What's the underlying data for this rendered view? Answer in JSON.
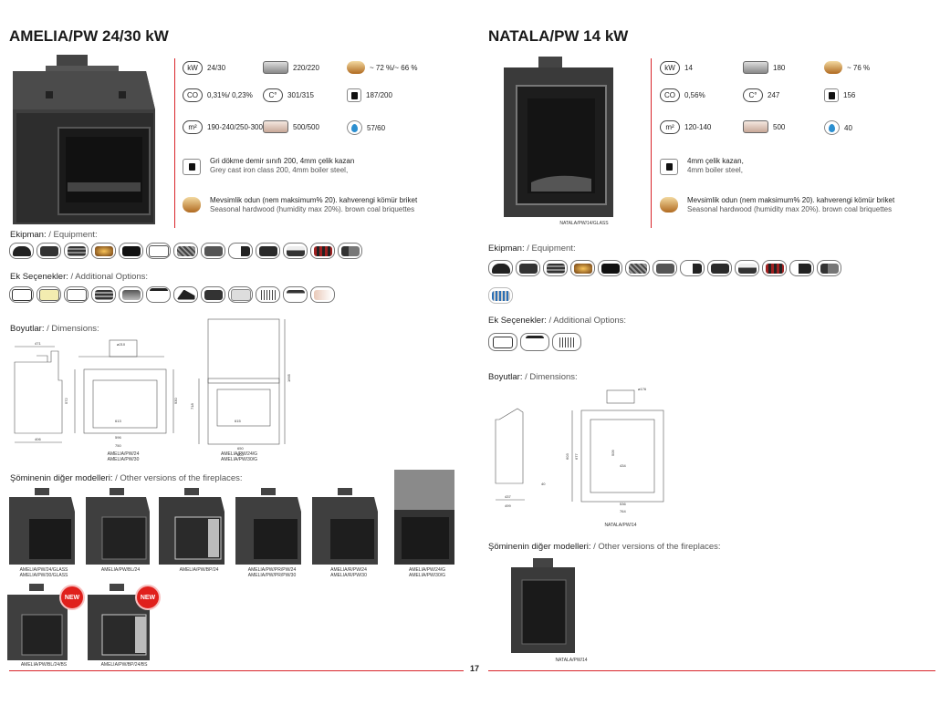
{
  "left": {
    "title": "AMELIA/PW 24/30 kW",
    "specs": [
      {
        "icon": "kw-icon",
        "label": "kW",
        "value": "24/30"
      },
      {
        "icon": "flue-icon",
        "value": "220/220"
      },
      {
        "icon": "efficiency-flame-icon",
        "value": "~ 72 %/~ 66 %"
      },
      {
        "icon": "co-icon",
        "label": "CO",
        "value": "0,31%/ 0,23%"
      },
      {
        "icon": "temperature-icon",
        "label": "C°",
        "value": "301/315"
      },
      {
        "icon": "weight-icon",
        "value": "187/200"
      },
      {
        "icon": "heating-area-icon",
        "label": "m²",
        "value": "190-240/250-300"
      },
      {
        "icon": "glass-size-icon",
        "value": "500/500"
      },
      {
        "icon": "water-drop-icon",
        "value": "57/60"
      }
    ],
    "material_tr": "Gri dökme demir sınıfı 200, 4mm çelik kazan",
    "material_en": "Grey cast iron class 200, 4mm boiler steel,",
    "fuel_tr": "Mevsimlik odun (nem maksimum% 20). kahverengi kömür briket",
    "fuel_en": "Seasonal hardwood (humidity max 20%). brown coal briquettes",
    "equipment_tr": "Ekipman:",
    "equipment_en": "/ Equipment:",
    "options_tr": "Ek Seçenekler:",
    "options_en": "/ Additional Options:",
    "dimensions_tr": "Boyutlar:",
    "dimensions_en": "/ Dimensions:",
    "dim_captions": [
      "AMELIA/PW/24\nAMELIA/PW/30",
      "AMELIA/PW/24/G\nAMELIA/PW/30/G"
    ],
    "others_tr": "Şöminenin diğer modelleri:",
    "others_en": "/ Other versions of the fireplaces:",
    "other_models": [
      "AMELIA/PW/24/GLASS\nAMELIA/PW/30/GLASS",
      "AMELIA/PW/BL/24",
      "AMELIA/PW/BP/24",
      "AMELIA/PW/PR/PW/24\nAMELIA/PW/PR/PW/30",
      "AMELIA/R/PW/24\nAMELIA/R/PW/30",
      "AMELIA/PW/24/G\nAMELIA/PW/30/G",
      "AMELIA/PW/BL/24/BS",
      "AMELIA/PW/BP/24/BS"
    ],
    "new_badge": "NEW"
  },
  "right": {
    "title": "NATALA/PW 14 kW",
    "photo_caption": "NATALA/PW/14/GLASS",
    "specs": [
      {
        "icon": "kw-icon",
        "label": "kW",
        "value": "14"
      },
      {
        "icon": "flue-icon",
        "value": "180"
      },
      {
        "icon": "efficiency-flame-icon",
        "value": "~ 76 %"
      },
      {
        "icon": "co-icon",
        "label": "CO",
        "value": "0,56%"
      },
      {
        "icon": "temperature-icon",
        "label": "C°",
        "value": "247"
      },
      {
        "icon": "weight-icon",
        "value": "156"
      },
      {
        "icon": "heating-area-icon",
        "label": "m²",
        "value": "120-140"
      },
      {
        "icon": "glass-size-icon",
        "value": "500"
      },
      {
        "icon": "water-drop-icon",
        "value": "40"
      }
    ],
    "material_tr": "4mm çelik kazan,",
    "material_en": "4mm boiler steel,",
    "fuel_tr": "Mevsimlik odun (nem maksimum% 20). kahverengi kömür briket",
    "fuel_en": "Seasonal hardwood (humidity max 20%). brown coal briquettes",
    "equipment_tr": "Ekipman:",
    "equipment_en": "/ Equipment:",
    "options_tr": "Ek Seçenekler:",
    "options_en": "/ Additional Options:",
    "dimensions_tr": "Boyutlar:",
    "dimensions_en": "/ Dimensions:",
    "dim_caption": "NATALA/PW/14",
    "others_tr": "Şöminenin diğer modelleri:",
    "others_en": "/ Other versions of the fireplaces:",
    "other_model": "NATALA/PW/14"
  },
  "page_number": "17",
  "colors": {
    "accent": "#d9252b",
    "badge": "#e0201c"
  }
}
